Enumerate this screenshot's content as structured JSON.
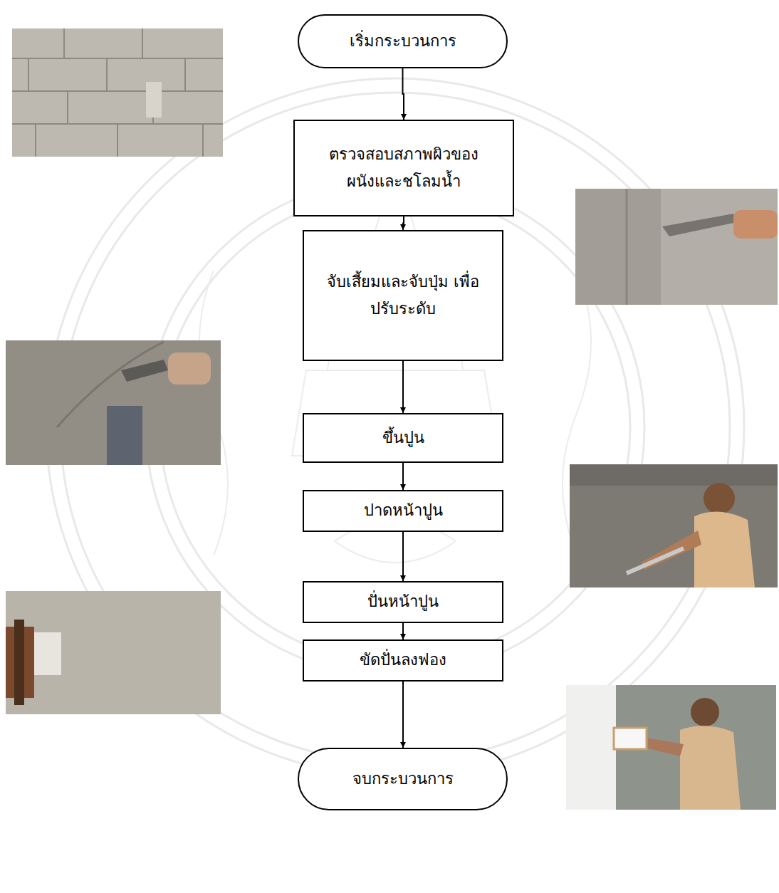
{
  "diagram": {
    "nodes": [
      {
        "text": [
          "เริ่มกระบวนการ"
        ]
      },
      {
        "text": [
          "ตรวจสอบสภาพผิวของ ผนังและชโลมน้ำ"
        ]
      },
      {
        "text": [
          "จับเสี้ยมและจับปุ่ม เพื่อปรับระดับ"
        ]
      },
      {
        "text": [
          "ขึ้นปูน"
        ]
      },
      {
        "text": [
          "ปาดหน้าปูน"
        ]
      },
      {
        "text": [
          "ปั่นหน้าปูน"
        ]
      },
      {
        "text": [
          "ขัดปั่นลงฟอง"
        ]
      },
      {
        "text": [
          "จบกระบวนการ"
        ]
      }
    ],
    "edges": [
      {
        "from": 0,
        "to": 1,
        "arrow": "to"
      },
      {
        "from": 1,
        "to": 2,
        "arrow": "to"
      },
      {
        "from": 2,
        "to": 3,
        "arrow": "to"
      },
      {
        "from": 3,
        "to": 4,
        "arrow": "to"
      },
      {
        "from": 4,
        "to": 5,
        "arrow": "to"
      },
      {
        "from": 5,
        "to": 6,
        "arrow": "to"
      },
      {
        "from": 6,
        "to": 7,
        "arrow": "to"
      }
    ]
  }
}
